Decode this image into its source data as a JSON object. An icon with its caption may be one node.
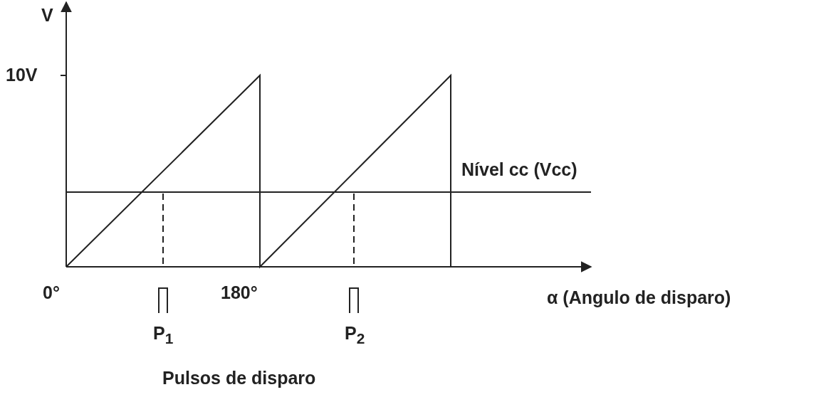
{
  "diagram": {
    "labels": [
      "V",
      "10V",
      "Nível cc (Vcc)",
      "0°",
      "180°",
      "α (Angulo de disparo)",
      "P$_{1}$",
      "P$_{2}$",
      "Pulsos de disparo"
    ]
  }
}
